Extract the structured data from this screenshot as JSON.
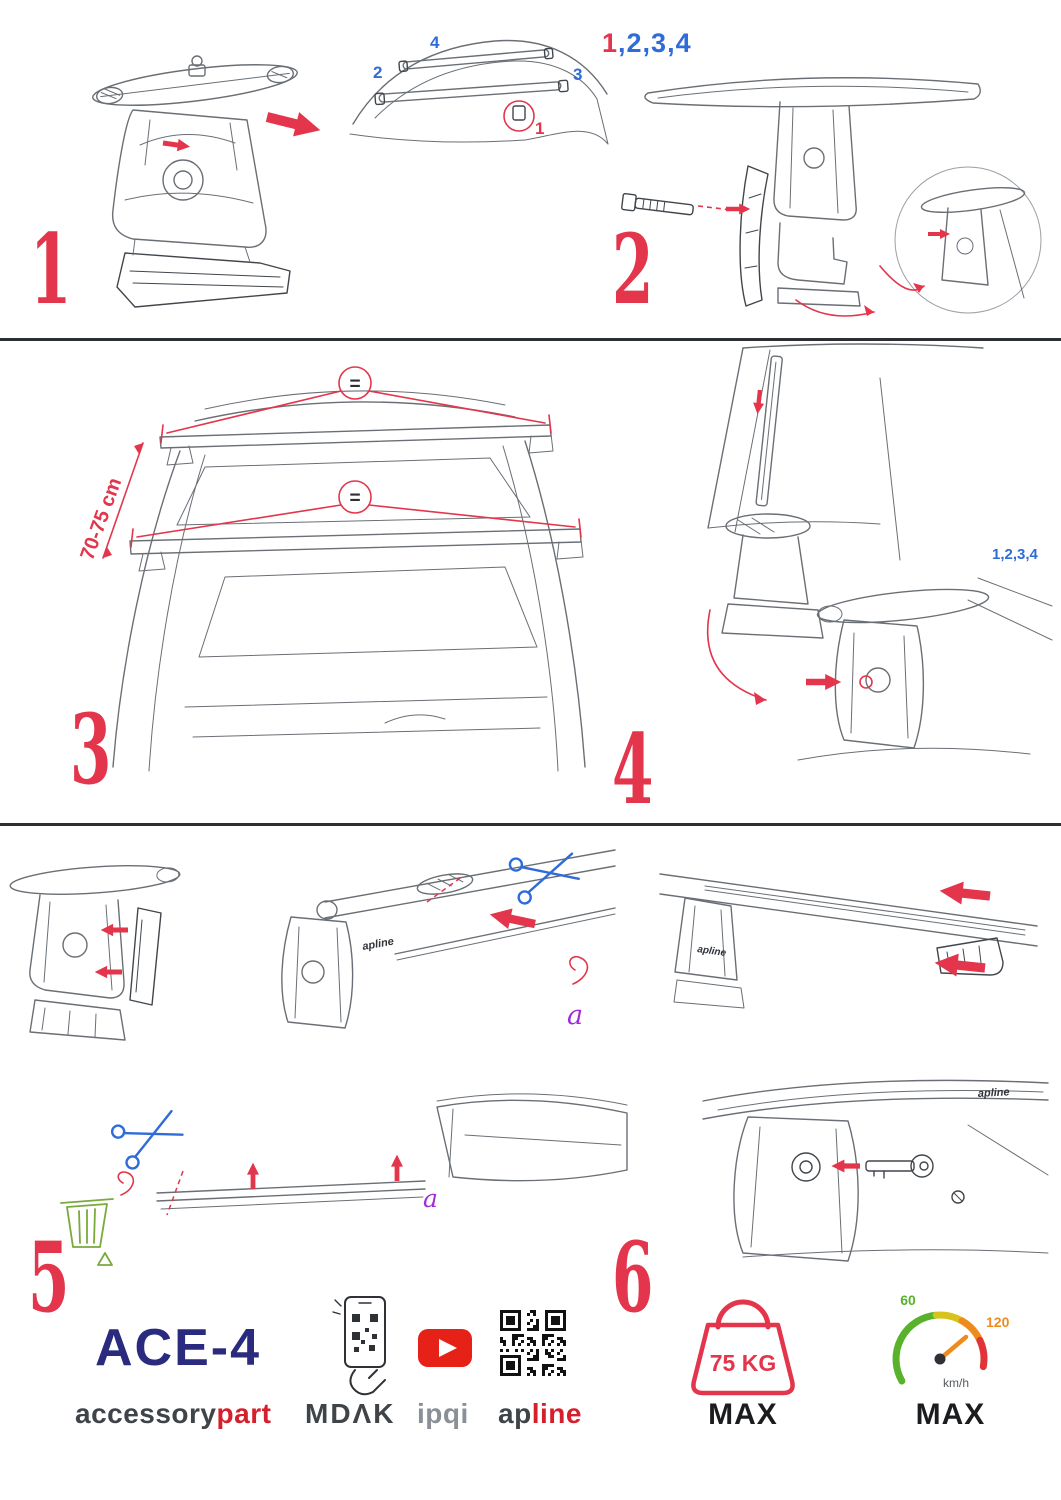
{
  "colors": {
    "accent_red": "#e3354b",
    "accent_blue": "#2f6bd9",
    "accent_purple": "#a12bd8",
    "recycle_green": "#7aa93c",
    "product_navy": "#2a2a7e",
    "brand_red": "#d61f2c",
    "speed_green": "#58b32a",
    "speed_orange": "#ef8b1d"
  },
  "top": {
    "sequence_first": "1",
    "sequence_rest": ",2,3,4",
    "mark_front_left": "4",
    "mark_rear_left": "2",
    "mark_front_right": "3",
    "mark_foot": "1"
  },
  "steps": {
    "s1": {
      "num": "1"
    },
    "s2": {
      "num": "2"
    },
    "s3": {
      "num": "3",
      "measure": "70-75 cm",
      "equals": "="
    },
    "s4": {
      "num": "4",
      "sequence": "1,2,3,4"
    },
    "s5": {
      "num": "5",
      "strip_label": "a"
    },
    "s6": {
      "num": "6"
    }
  },
  "parts": {
    "bar_logo": "apline"
  },
  "footer": {
    "product": "ACE-4",
    "brand1_a": "accessory",
    "brand1_b": "part",
    "brand2": "MDΛK",
    "brand3": "ipqi",
    "brand4_a": "ap",
    "brand4_b": "line",
    "weight_value": "75 KG",
    "weight_max": "MAX",
    "speed_60": "60",
    "speed_120": "120",
    "speed_unit": "km/h",
    "speed_max": "MAX"
  }
}
